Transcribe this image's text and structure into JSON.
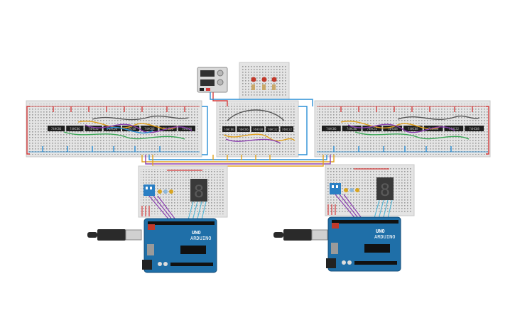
{
  "canvas": {
    "background": "#ffffff",
    "breadboard_color": "#e4e4e4",
    "arduino_color": "#1f6fa8",
    "chip_color": "#1e1e1e",
    "wire_colors": [
      "#d63b3b",
      "#2a8fd6",
      "#e2a21e",
      "#8a3fb0",
      "#3aa655",
      "#555555"
    ]
  },
  "chips": {
    "left": [
      "74HC86",
      "74HC86",
      "74HC32",
      "74HC08",
      "74HC08",
      "74HC08",
      "74HC32",
      "74HC08"
    ],
    "middle": [
      "74HC86",
      "74HC86",
      "74HC08",
      "74HC32",
      "74HC32"
    ],
    "right": [
      "74HC86",
      "74HC86",
      "74HC32",
      "74HC08",
      "74HC08",
      "74HC08",
      "74HC32",
      "74HC08"
    ]
  },
  "arduino": {
    "left": {
      "logo_text": "UNO",
      "brand_text": "ARDUINO"
    },
    "right": {
      "logo_text": "UNO",
      "brand_text": "ARDUINO"
    }
  },
  "seven_segment": {
    "left": {
      "digit": "8"
    },
    "right": {
      "digit": "8"
    }
  },
  "icons": {
    "power_supply": "power-supply-icon",
    "usb_cable": "usb-cable-icon",
    "led": "led-icon",
    "dip_switch": "dip-switch-icon"
  }
}
